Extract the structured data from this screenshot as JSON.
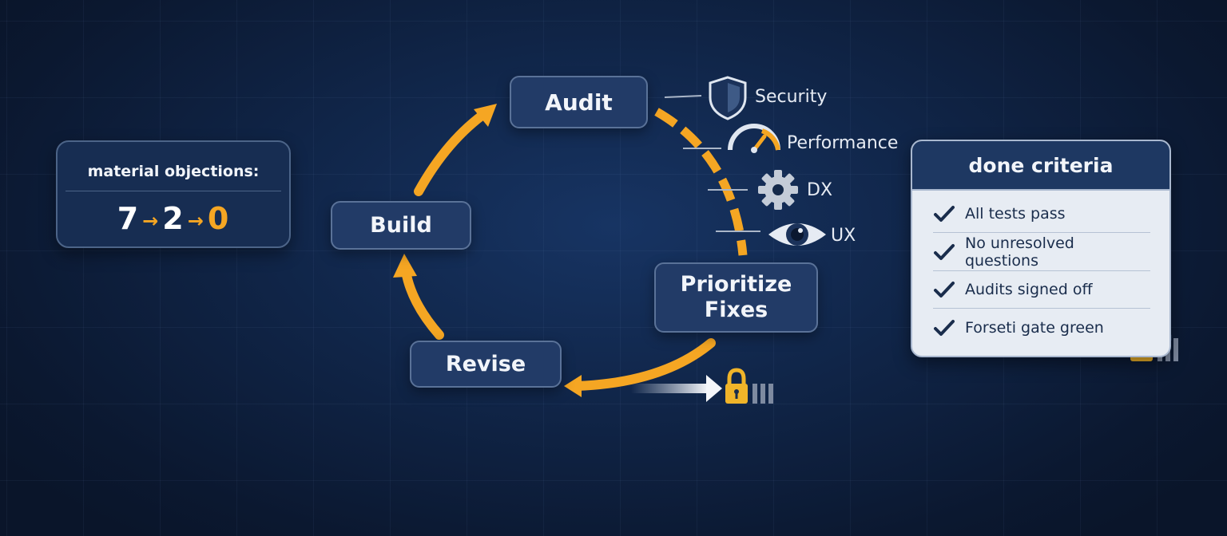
{
  "cycle": {
    "nodes": {
      "audit": "Audit",
      "build": "Build",
      "revise": "Revise",
      "prioritize_line1": "Prioritize",
      "prioritize_line2": "Fixes"
    },
    "audit_categories": [
      {
        "label": "Security",
        "icon": "shield-icon"
      },
      {
        "label": "Performance",
        "icon": "gauge-icon"
      },
      {
        "label": "DX",
        "icon": "gear-icon"
      },
      {
        "label": "UX",
        "icon": "eye-icon"
      }
    ]
  },
  "objections": {
    "title": "material objections:",
    "sequence": [
      "7",
      "2",
      "0"
    ]
  },
  "done_criteria": {
    "title": "done criteria",
    "items": [
      "All tests pass",
      "No unresolved questions",
      "Audits signed off",
      "Forseti gate green"
    ]
  },
  "colors": {
    "accent": "#f5a623",
    "node_fill": "#223b67",
    "node_border": "#5a7298",
    "background": "#102548",
    "panel_light": "#e7ecf3",
    "lock": "#f0b429"
  }
}
